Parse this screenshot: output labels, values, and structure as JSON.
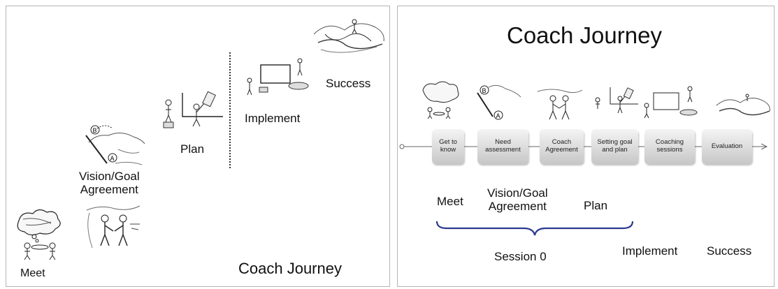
{
  "left_panel": {
    "meet": "Meet",
    "vision": "Vision/Goal\nAgreement",
    "plan": "Plan",
    "implement": "Implement",
    "success": "Success",
    "title": "Coach Journey"
  },
  "right_panel": {
    "title": "Coach Journey",
    "stages": [
      "Get to\nknow",
      "Need\nassessment",
      "Coach\nAgreement",
      "Setting goal\nand plan",
      "Coaching\nsessions",
      "Evaluation"
    ],
    "meet": "Meet",
    "vision": "Vision/Goal\nAgreement",
    "plan": "Plan",
    "session": "Session 0",
    "implement": "Implement",
    "success": "Success"
  },
  "colors": {
    "brace": "#2b3a8f",
    "panel_border": "#b5b5b5"
  }
}
